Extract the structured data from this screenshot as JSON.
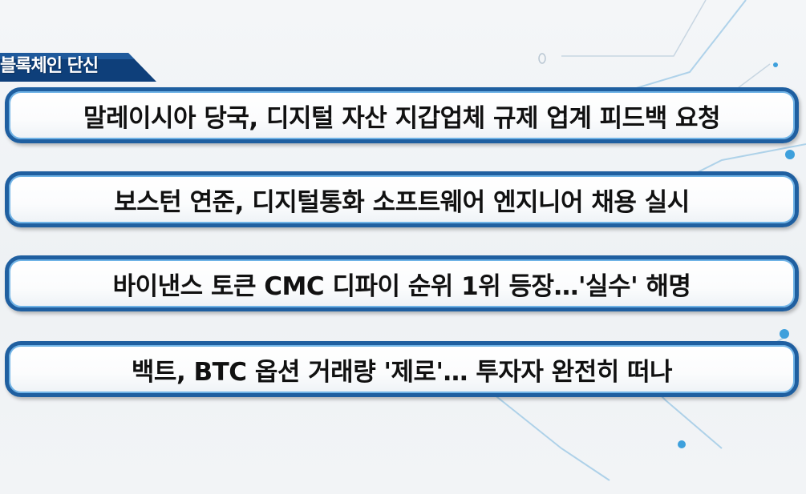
{
  "section": {
    "title": "블록체인 단신"
  },
  "headlines": [
    "말레이시아 당국, 디지털 자산 지갑업체 규제 업계 피드백 요청",
    "보스턴 연준, 디지털통화 소프트웨어 엔지니어 채용 실시",
    "바이낸스 토큰 CMC 디파이 순위 1위 등장…'실수' 해명",
    "백트, BTC 옵션 거래량 '제로'… 투자자 완전히 떠나"
  ],
  "colors": {
    "accent": "#1f5fa0",
    "accent_light": "#6fb3e6",
    "tab": "#0e3f7a"
  }
}
